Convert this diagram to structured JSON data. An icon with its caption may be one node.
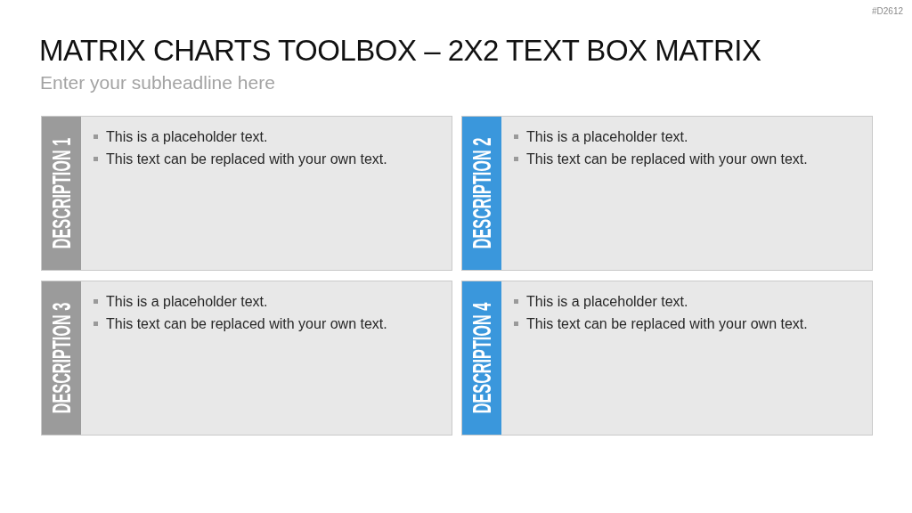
{
  "diagram": {
    "title": "MATRIX CHARTS TOOLBOX – 2X2 TEXT BOX MATRIX",
    "nodes": [
      {
        "text": [
          "DESCRIPTION 1",
          "This is a placeholder text.",
          "This text can be replaced with your own text."
        ]
      },
      {
        "text": [
          "DESCRIPTION 2",
          "This is a placeholder text.",
          "This text can be replaced with your own text."
        ]
      },
      {
        "text": [
          "DESCRIPTION 3",
          "This is a placeholder text.",
          "This text can be replaced with your own text."
        ]
      },
      {
        "text": [
          "DESCRIPTION 4",
          "This is a placeholder text.",
          "This text can be replaced with your own text."
        ]
      }
    ],
    "labels": [
      "#D2612",
      "Enter your subheadline here"
    ]
  }
}
